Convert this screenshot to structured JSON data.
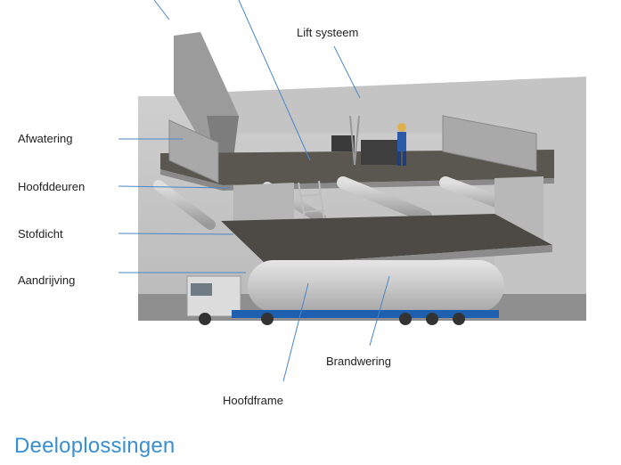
{
  "labels": {
    "lift_systeem": "Lift systeem",
    "afwatering": "Afwatering",
    "hoofddeuren": "Hoofddeuren",
    "stofdicht": "Stofdicht",
    "aandrijving": "Aandrijving",
    "brandwering": "Brandwering",
    "hoofdframe": "Hoofdframe"
  },
  "footer": {
    "title": "Deeloplossingen"
  },
  "colors": {
    "leader_line": "#4a86c5",
    "title": "#3a8fd0",
    "truck_chassis": "#1f5fb0"
  }
}
